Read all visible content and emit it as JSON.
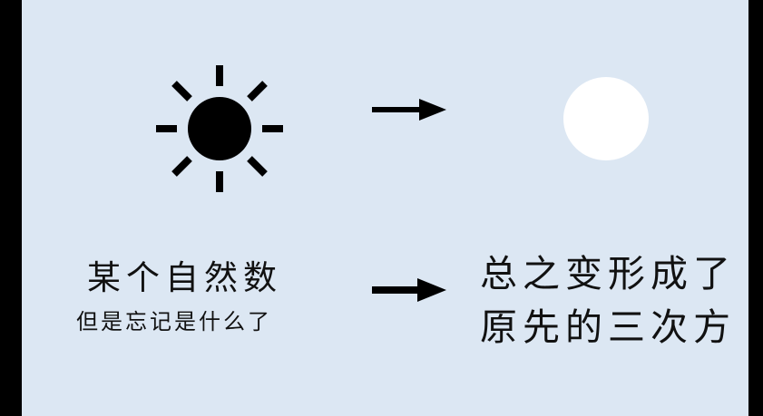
{
  "illustration": {
    "sun_icon": "sun-icon",
    "arrow_icon": "right-arrow-icon",
    "moon_icon": "white-circle-icon",
    "colors": {
      "background": "#dce7f3",
      "frame": "#000000",
      "ink": "#111111",
      "moon": "#ffffff"
    }
  },
  "left_text": {
    "title": "某个自然数",
    "subtitle": "但是忘记是什么了"
  },
  "right_text": {
    "line1": "总之变形成了",
    "line2": "原先的三次方"
  }
}
